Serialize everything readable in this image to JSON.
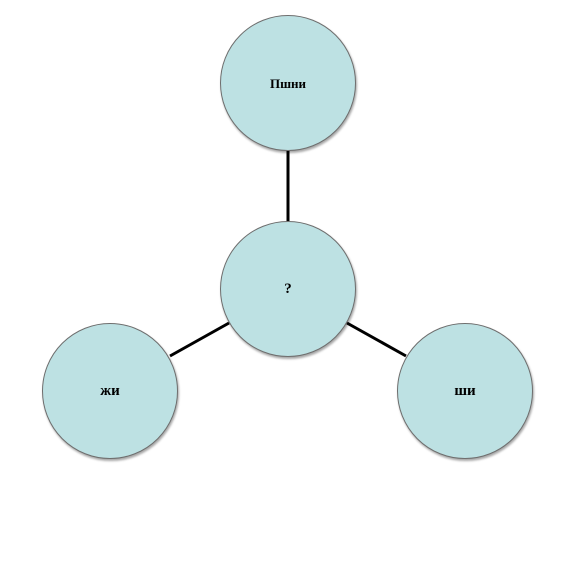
{
  "diagram": {
    "node_fill": "#bde1e3",
    "node_border": "#6e6e6e",
    "edge_color": "#000000",
    "nodes": {
      "top": {
        "label": "Пшни"
      },
      "center": {
        "label": "?"
      },
      "left": {
        "label": "жи"
      },
      "right": {
        "label": "ши"
      }
    },
    "edges": [
      {
        "from": "center",
        "to": "top"
      },
      {
        "from": "center",
        "to": "left"
      },
      {
        "from": "center",
        "to": "right"
      }
    ]
  }
}
